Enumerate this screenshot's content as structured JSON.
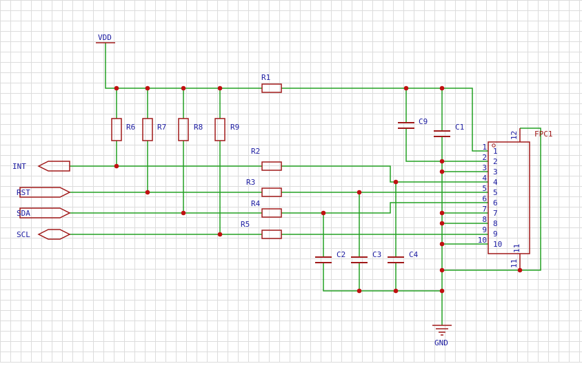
{
  "colors": {
    "grid": "#dcdcdc",
    "wire": "#22a022",
    "component": "#a01818",
    "junction": "#c01010",
    "label": "#1a1aa0"
  },
  "power": {
    "vdd": "VDD",
    "gnd": "GND"
  },
  "resistors": {
    "r1": "R1",
    "r2": "R2",
    "r3": "R3",
    "r4": "R4",
    "r5": "R5",
    "r6": "R6",
    "r7": "R7",
    "r8": "R8",
    "r9": "R9"
  },
  "capacitors": {
    "c1": "C1",
    "c2": "C2",
    "c3": "C3",
    "c4": "C4",
    "c9": "C9"
  },
  "ports": {
    "int": "INT",
    "rst": "RST",
    "sda": "SDA",
    "scl": "SCL"
  },
  "connector": {
    "name": "FPC1",
    "pins_outer": [
      "1",
      "2",
      "3",
      "4",
      "5",
      "6",
      "7",
      "8",
      "9",
      "10"
    ],
    "pins_inner": [
      "1",
      "2",
      "3",
      "4",
      "5",
      "6",
      "7",
      "8",
      "9",
      "10"
    ],
    "pin11": "11",
    "pin12": "12"
  }
}
